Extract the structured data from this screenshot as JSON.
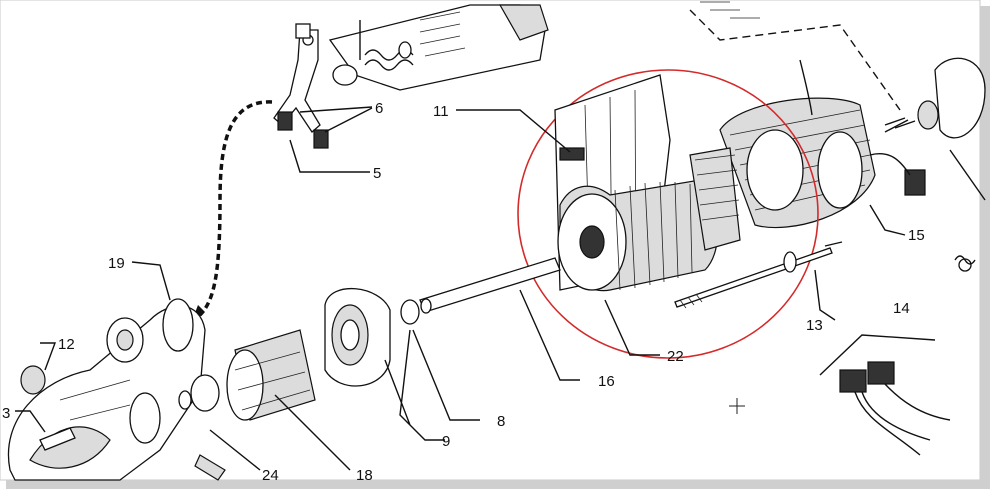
{
  "diagram": {
    "callouts": [
      {
        "id": "c3",
        "label": "3"
      },
      {
        "id": "c5",
        "label": "5"
      },
      {
        "id": "c6",
        "label": "6"
      },
      {
        "id": "c8",
        "label": "8"
      },
      {
        "id": "c9",
        "label": "9"
      },
      {
        "id": "c11",
        "label": "11"
      },
      {
        "id": "c12",
        "label": "12"
      },
      {
        "id": "c13",
        "label": "13"
      },
      {
        "id": "c14",
        "label": "14"
      },
      {
        "id": "c15",
        "label": "15"
      },
      {
        "id": "c16",
        "label": "16"
      },
      {
        "id": "c18",
        "label": "18"
      },
      {
        "id": "c19",
        "label": "19"
      },
      {
        "id": "c22",
        "label": "22"
      },
      {
        "id": "c24",
        "label": "24"
      }
    ],
    "highlight_color": "#d42a2a",
    "line_color": "#111111"
  }
}
